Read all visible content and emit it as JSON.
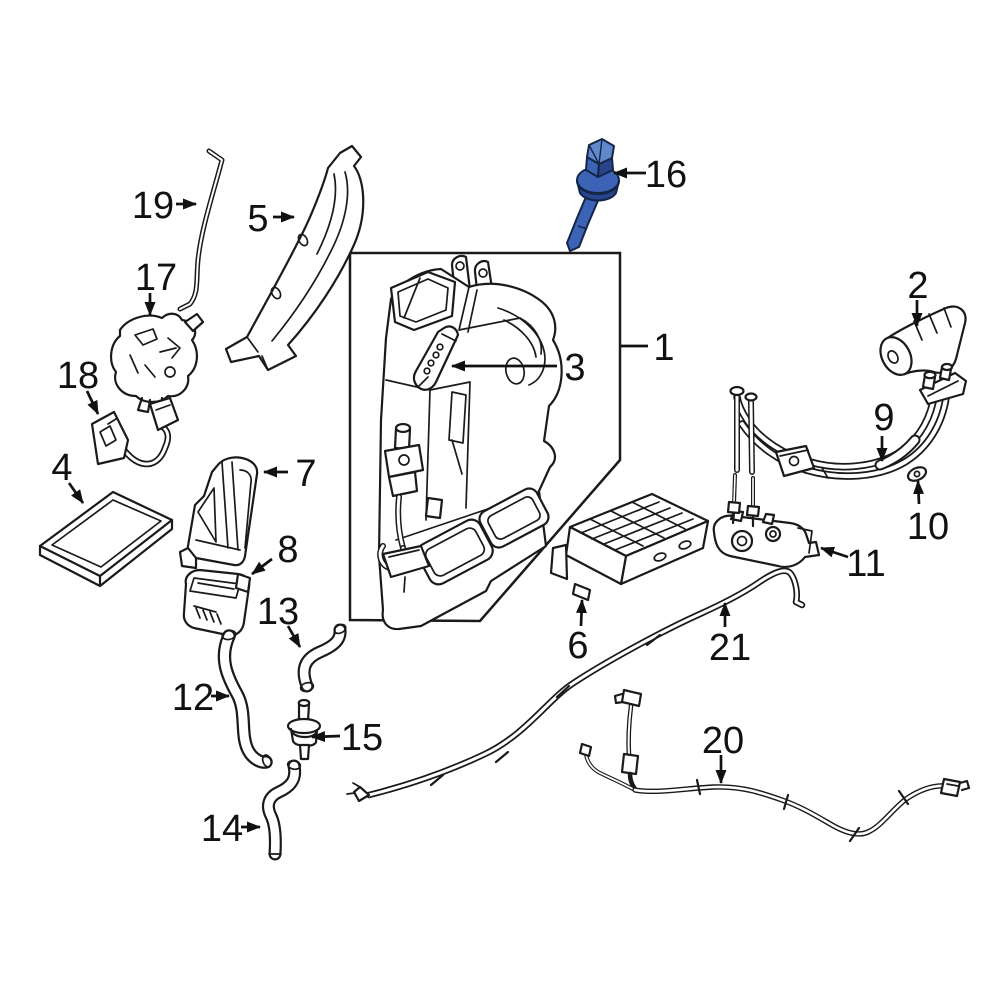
{
  "page": {
    "background": "#ffffff"
  },
  "diagram": {
    "type": "exploded-parts-diagram",
    "highlighted_callout": "16",
    "line_color": "#1a1a1a",
    "label_color": "#111111",
    "highlight": {
      "fill": "#3c63b5",
      "light": "#6288cc",
      "dark": "#27448c"
    },
    "callouts": {
      "n1": {
        "label": "1"
      },
      "n2": {
        "label": "2"
      },
      "n3": {
        "label": "3"
      },
      "n4": {
        "label": "4"
      },
      "n5": {
        "label": "5"
      },
      "n6": {
        "label": "6"
      },
      "n7": {
        "label": "7"
      },
      "n8": {
        "label": "8"
      },
      "n9": {
        "label": "9"
      },
      "n10": {
        "label": "10"
      },
      "n11": {
        "label": "11"
      },
      "n12": {
        "label": "12"
      },
      "n13": {
        "label": "13"
      },
      "n14": {
        "label": "14"
      },
      "n15": {
        "label": "15"
      },
      "n16": {
        "label": "16"
      },
      "n17": {
        "label": "17"
      },
      "n18": {
        "label": "18"
      },
      "n19": {
        "label": "19"
      },
      "n20": {
        "label": "20"
      },
      "n21": {
        "label": "21"
      }
    }
  }
}
